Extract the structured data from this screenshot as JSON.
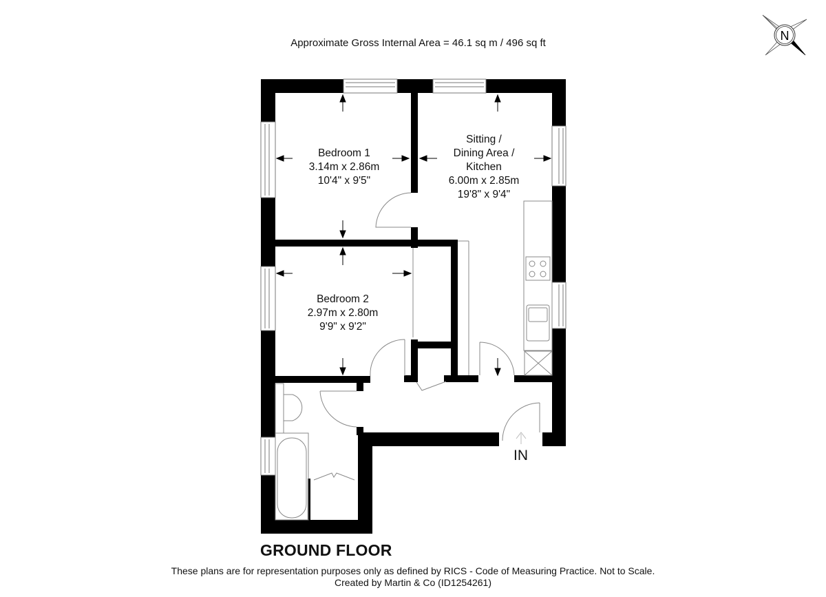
{
  "header": {
    "area_text": "Approximate Gross Internal Area = 46.1 sq m / 496 sq ft"
  },
  "compass": {
    "icon": "north-compass-icon",
    "letter": "N"
  },
  "rooms": [
    {
      "name": "Bedroom 1",
      "metric": "3.14m x 2.86m",
      "imperial": "10'4\" x 9'5\""
    },
    {
      "name_lines": [
        "Sitting /",
        "Dining Area /",
        "Kitchen"
      ],
      "metric": "6.00m x 2.85m",
      "imperial": "19'8\" x 9'4\""
    },
    {
      "name": "Bedroom 2",
      "metric": "2.97m x 2.80m",
      "imperial": "9'9\" x 9'2\""
    }
  ],
  "entrance": {
    "label": "IN",
    "icon": "entrance-arrow-icon"
  },
  "footer": {
    "floor_title": "GROUND FLOOR",
    "disclaimer": "These plans are for representation purposes only as defined by RICS - Code of Measuring Practice. Not to Scale.",
    "credit": "Created by Martin & Co (ID1254261)"
  },
  "colors": {
    "wall": "#000000",
    "fixture_line": "#808080",
    "background": "#ffffff"
  }
}
